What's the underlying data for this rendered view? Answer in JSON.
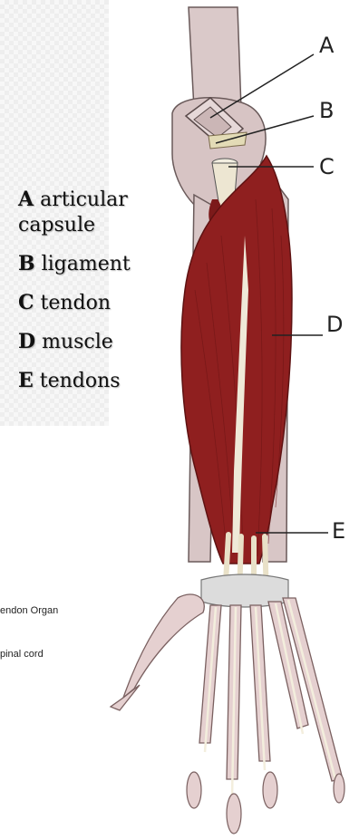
{
  "diagram": {
    "callouts": [
      "A",
      "B",
      "C",
      "D",
      "E"
    ],
    "legend": [
      {
        "letter": "A",
        "text": "articular capsule"
      },
      {
        "letter": "B",
        "text": "ligament"
      },
      {
        "letter": "C",
        "text": "tendon"
      },
      {
        "letter": "D",
        "text": "muscle"
      },
      {
        "letter": "E",
        "text": "tendons"
      }
    ],
    "side_text": [
      "endon Organ",
      "pinal cord"
    ],
    "colors": {
      "bone": "#d9c8c8",
      "bone_outline": "#6a5a5a",
      "muscle": "#8f1f1f",
      "muscle_dark": "#6b1414",
      "tendon": "#ece6d4",
      "wrist_band": "#dcdcdc",
      "finger_bone": "#e7d3d3"
    }
  }
}
